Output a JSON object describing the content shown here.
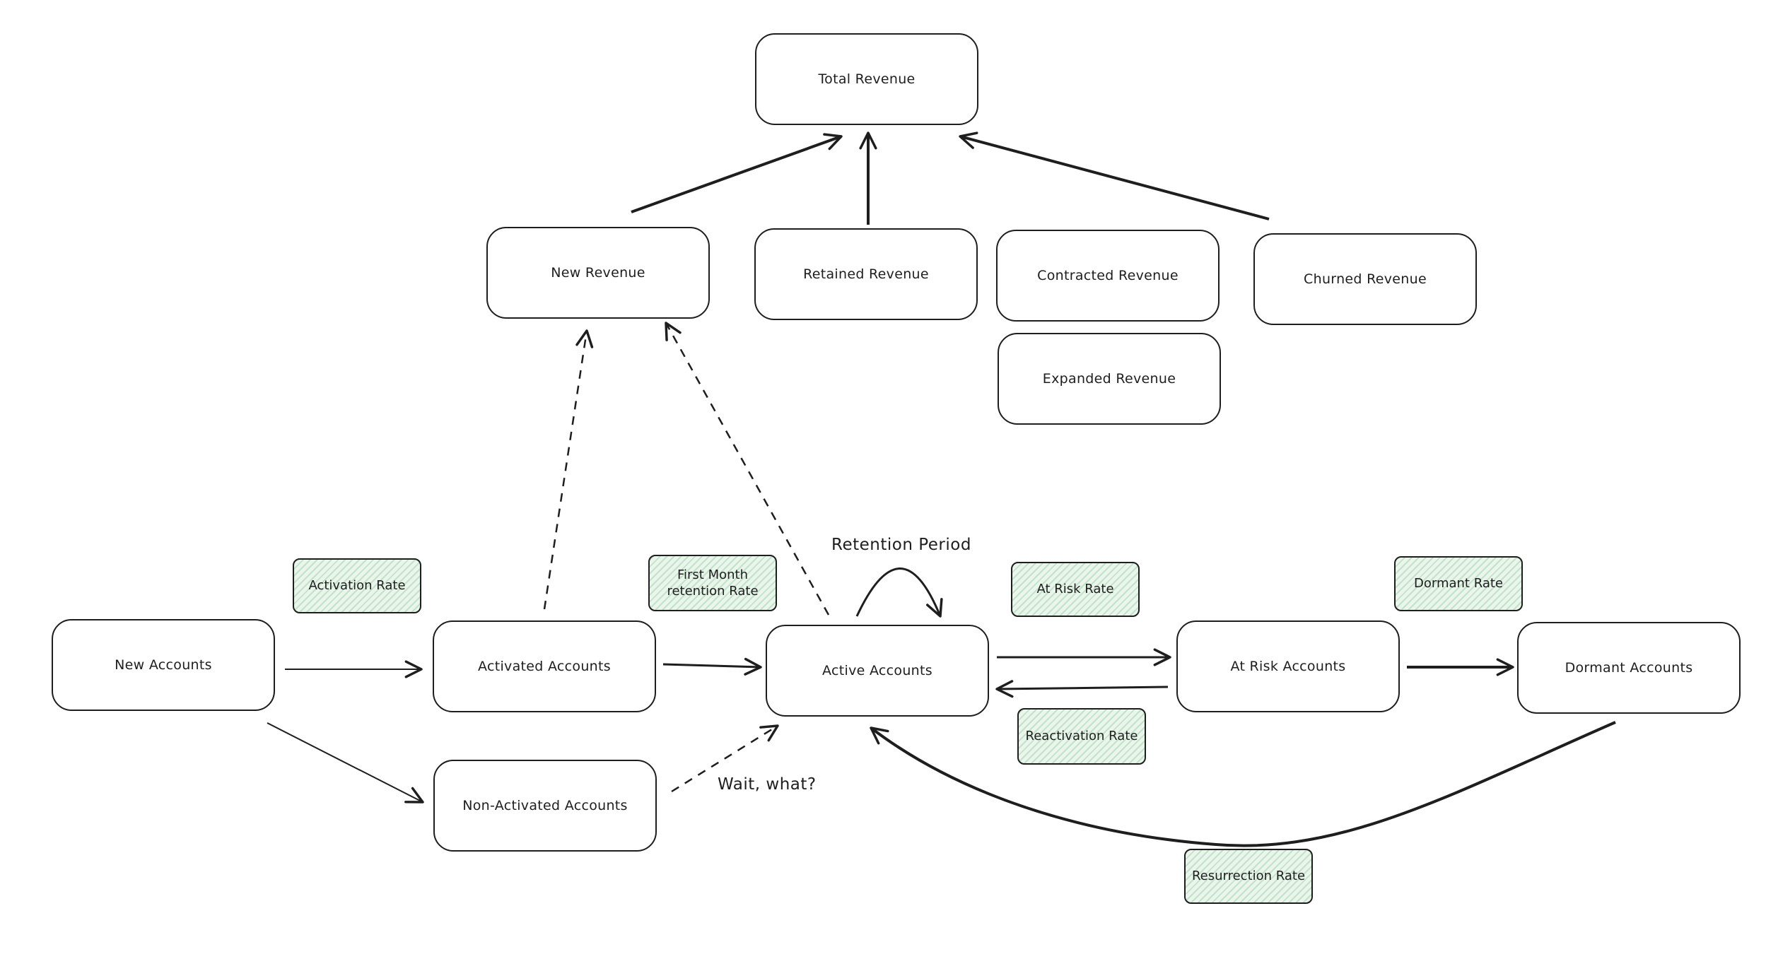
{
  "nodes": {
    "total_revenue": "Total Revenue",
    "new_revenue": "New Revenue",
    "retained_revenue": "Retained Revenue",
    "contracted_revenue": "Contracted Revenue",
    "churned_revenue": "Churned Revenue",
    "expanded_revenue": "Expanded Revenue",
    "new_accounts": "New Accounts",
    "activated_accounts": "Activated Accounts",
    "active_accounts": "Active Accounts",
    "at_risk_accounts": "At Risk Accounts",
    "dormant_accounts": "Dormant Accounts",
    "non_activated_accounts": "Non-Activated Accounts"
  },
  "rates": {
    "activation_rate": "Activation Rate",
    "first_month_retention_rate": "First Month retention Rate",
    "at_risk_rate": "At Risk Rate",
    "dormant_rate": "Dormant Rate",
    "reactivation_rate": "Reactivation Rate",
    "resurrection_rate": "Resurrection Rate"
  },
  "labels": {
    "retention_period": "Retention Period",
    "wait_what": "Wait, what?"
  },
  "colors": {
    "stroke": "#1e1e1e",
    "rate_fill": "#eaf6ec"
  }
}
